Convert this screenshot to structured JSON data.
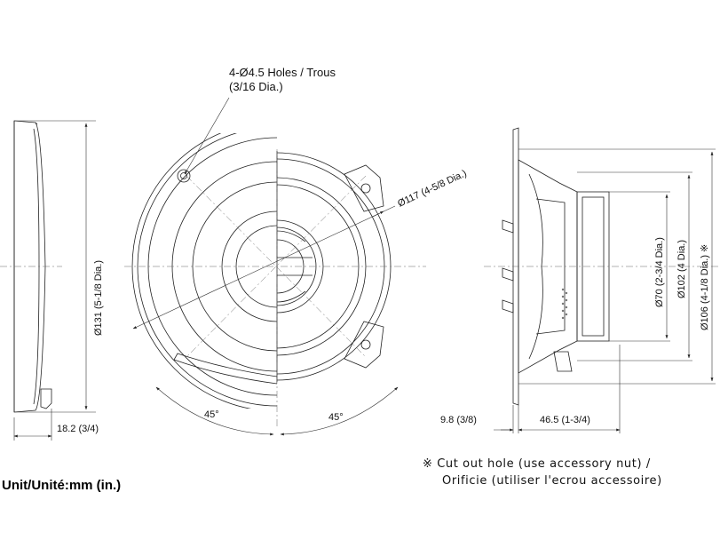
{
  "labels": {
    "holes_line1": "4-Ø4.5 Holes / Trous",
    "holes_line2": "(3/16 Dia.)",
    "dia117": "Ø117 (4-5/8 Dia.)",
    "dia131": "Ø131 (5-1/8 Dia.)",
    "depth18": "18.2 (3/4)",
    "angle_left": "45°",
    "angle_right": "45°",
    "dia70": "Ø70 (2-3/4 Dia.)",
    "dia102": "Ø102 (4 Dia.)",
    "dia106": "Ø106 (4-1/8 Dia.) ※",
    "depth9": "9.8 (3/8)",
    "depth46": "46.5 (1-3/4)"
  },
  "unit_text": "Unit/Unité:mm (in.)",
  "note": {
    "line1": "※ Cut out hole (use accessory nut) /",
    "line2": "Orificie (utiliser l'ecrou accessoire)"
  }
}
